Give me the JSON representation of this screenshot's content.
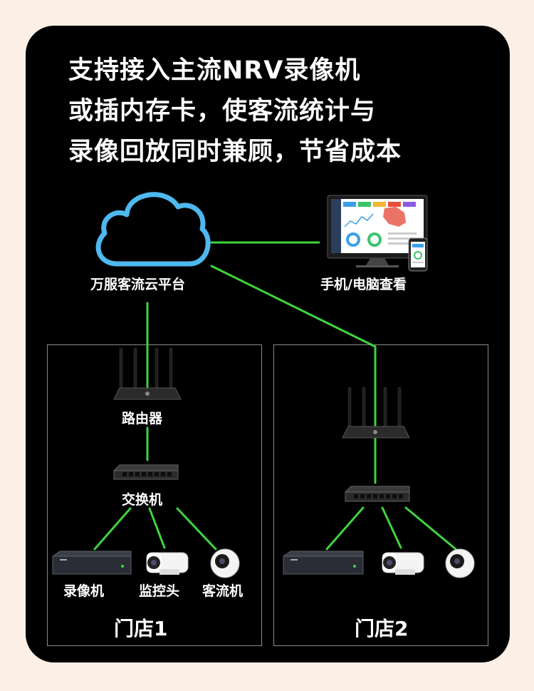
{
  "headline": [
    "支持接入主流NRV录像机",
    "或插内存卡，使客流统计与",
    "录像回放同时兼顾，节省成本"
  ],
  "cloud_label": "万服客流云平台",
  "monitor_label": "手机/电脑查看",
  "store1": {
    "router_label": "路由器",
    "switch_label": "交换机",
    "nvr_label": "录像机",
    "camera_label": "监控头",
    "counter_label": "客流机",
    "name": "门店1"
  },
  "store2": {
    "name": "门店2"
  },
  "colors": {
    "link": "#3fd43f",
    "cloud_stroke": "#4fb8ee",
    "panel": "#000000",
    "page": "#fbefe6"
  }
}
